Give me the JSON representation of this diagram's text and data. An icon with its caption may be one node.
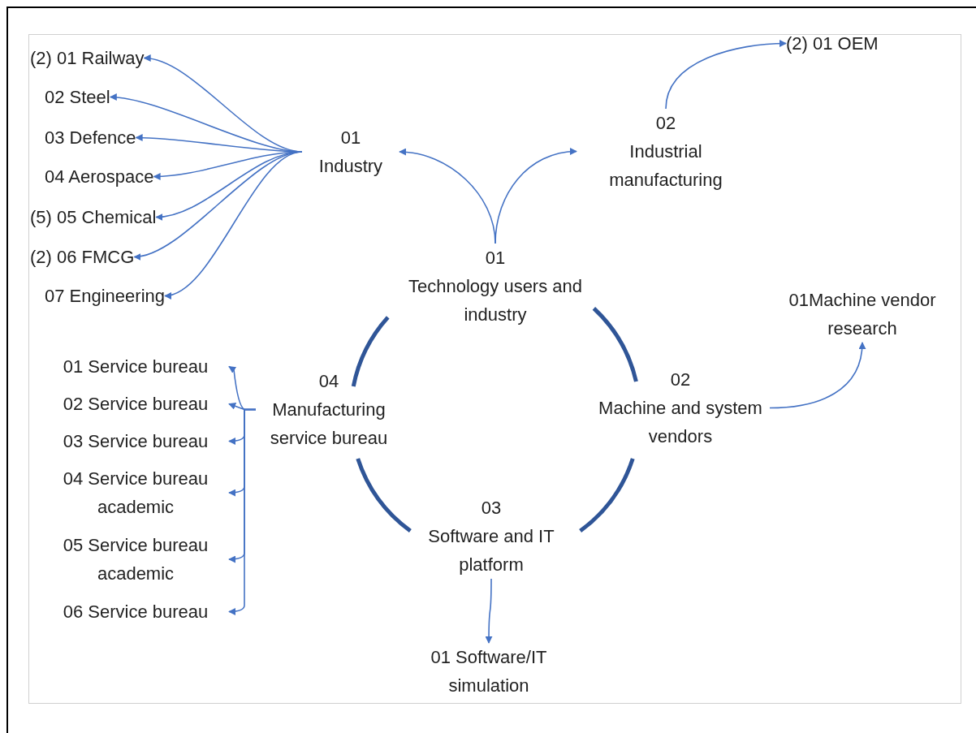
{
  "diagram": {
    "nodes": [
      {
        "text": [
          "01",
          "Technology users and industry"
        ]
      },
      {
        "text": [
          "02",
          "Machine and system vendors"
        ]
      },
      {
        "text": [
          "03",
          "Software and IT platform"
        ]
      },
      {
        "text": [
          "04",
          "Manufacturing service bureau"
        ]
      },
      {
        "text": [
          "01",
          "Industry"
        ]
      },
      {
        "text": [
          "02",
          "Industrial manufacturing"
        ]
      },
      {
        "text": [
          "(2) 01 OEM"
        ]
      },
      {
        "text": [
          "(2) 01 Railway"
        ]
      },
      {
        "text": [
          "02 Steel"
        ]
      },
      {
        "text": [
          "03 Defence"
        ]
      },
      {
        "text": [
          "04 Aerospace"
        ]
      },
      {
        "text": [
          "(5) 05 Chemical"
        ]
      },
      {
        "text": [
          "(2) 06 FMCG"
        ]
      },
      {
        "text": [
          "07 Engineering"
        ]
      },
      {
        "text": [
          "01Machine vendor research"
        ]
      },
      {
        "text": [
          "01 Software/IT simulation"
        ]
      },
      {
        "text": [
          "01 Service bureau"
        ]
      },
      {
        "text": [
          "02 Service bureau"
        ]
      },
      {
        "text": [
          "03 Service bureau"
        ]
      },
      {
        "text": [
          "04 Service bureau academic"
        ]
      },
      {
        "text": [
          "05 Service bureau academic"
        ]
      },
      {
        "text": [
          "06 Service bureau"
        ]
      }
    ],
    "edges": [
      {
        "from": 0,
        "to": 1,
        "arrow": "none",
        "style": "thick",
        "color": "#2f5597"
      },
      {
        "from": 1,
        "to": 2,
        "arrow": "none",
        "style": "thick",
        "color": "#2f5597"
      },
      {
        "from": 2,
        "to": 3,
        "arrow": "none",
        "style": "thick",
        "color": "#2f5597"
      },
      {
        "from": 3,
        "to": 0,
        "arrow": "none",
        "style": "thick",
        "color": "#2f5597"
      },
      {
        "from": 0,
        "to": 4,
        "arrow": "to"
      },
      {
        "from": 0,
        "to": 5,
        "arrow": "to"
      },
      {
        "from": 5,
        "to": 6,
        "arrow": "to"
      },
      {
        "from": 4,
        "to": 7,
        "arrow": "to"
      },
      {
        "from": 4,
        "to": 8,
        "arrow": "to"
      },
      {
        "from": 4,
        "to": 9,
        "arrow": "to"
      },
      {
        "from": 4,
        "to": 10,
        "arrow": "to"
      },
      {
        "from": 4,
        "to": 11,
        "arrow": "to"
      },
      {
        "from": 4,
        "to": 12,
        "arrow": "to"
      },
      {
        "from": 4,
        "to": 13,
        "arrow": "to"
      },
      {
        "from": 1,
        "to": 14,
        "arrow": "to"
      },
      {
        "from": 2,
        "to": 15,
        "arrow": "to"
      },
      {
        "from": 3,
        "to": 16,
        "arrow": "to"
      },
      {
        "from": 3,
        "to": 17,
        "arrow": "to"
      },
      {
        "from": 3,
        "to": 18,
        "arrow": "to"
      },
      {
        "from": 3,
        "to": 19,
        "arrow": "to"
      },
      {
        "from": 3,
        "to": 20,
        "arrow": "to"
      },
      {
        "from": 3,
        "to": 21,
        "arrow": "to"
      }
    ]
  }
}
